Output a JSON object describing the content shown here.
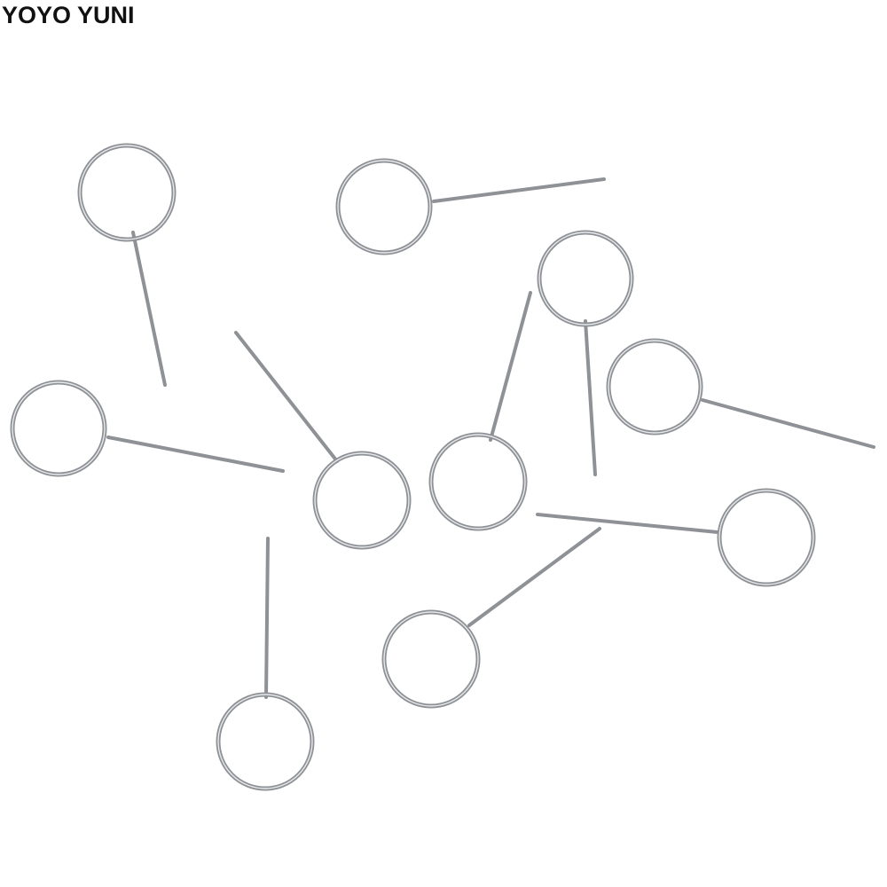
{
  "watermark": {
    "brand_text": "YOYO YUNI"
  },
  "product_photo": {
    "subject": "sim-eject-pins",
    "pin_count": 10,
    "colors": {
      "metal_dark": "#8e9196",
      "metal_light": "#dfe1e4",
      "background": "#ffffff"
    }
  }
}
